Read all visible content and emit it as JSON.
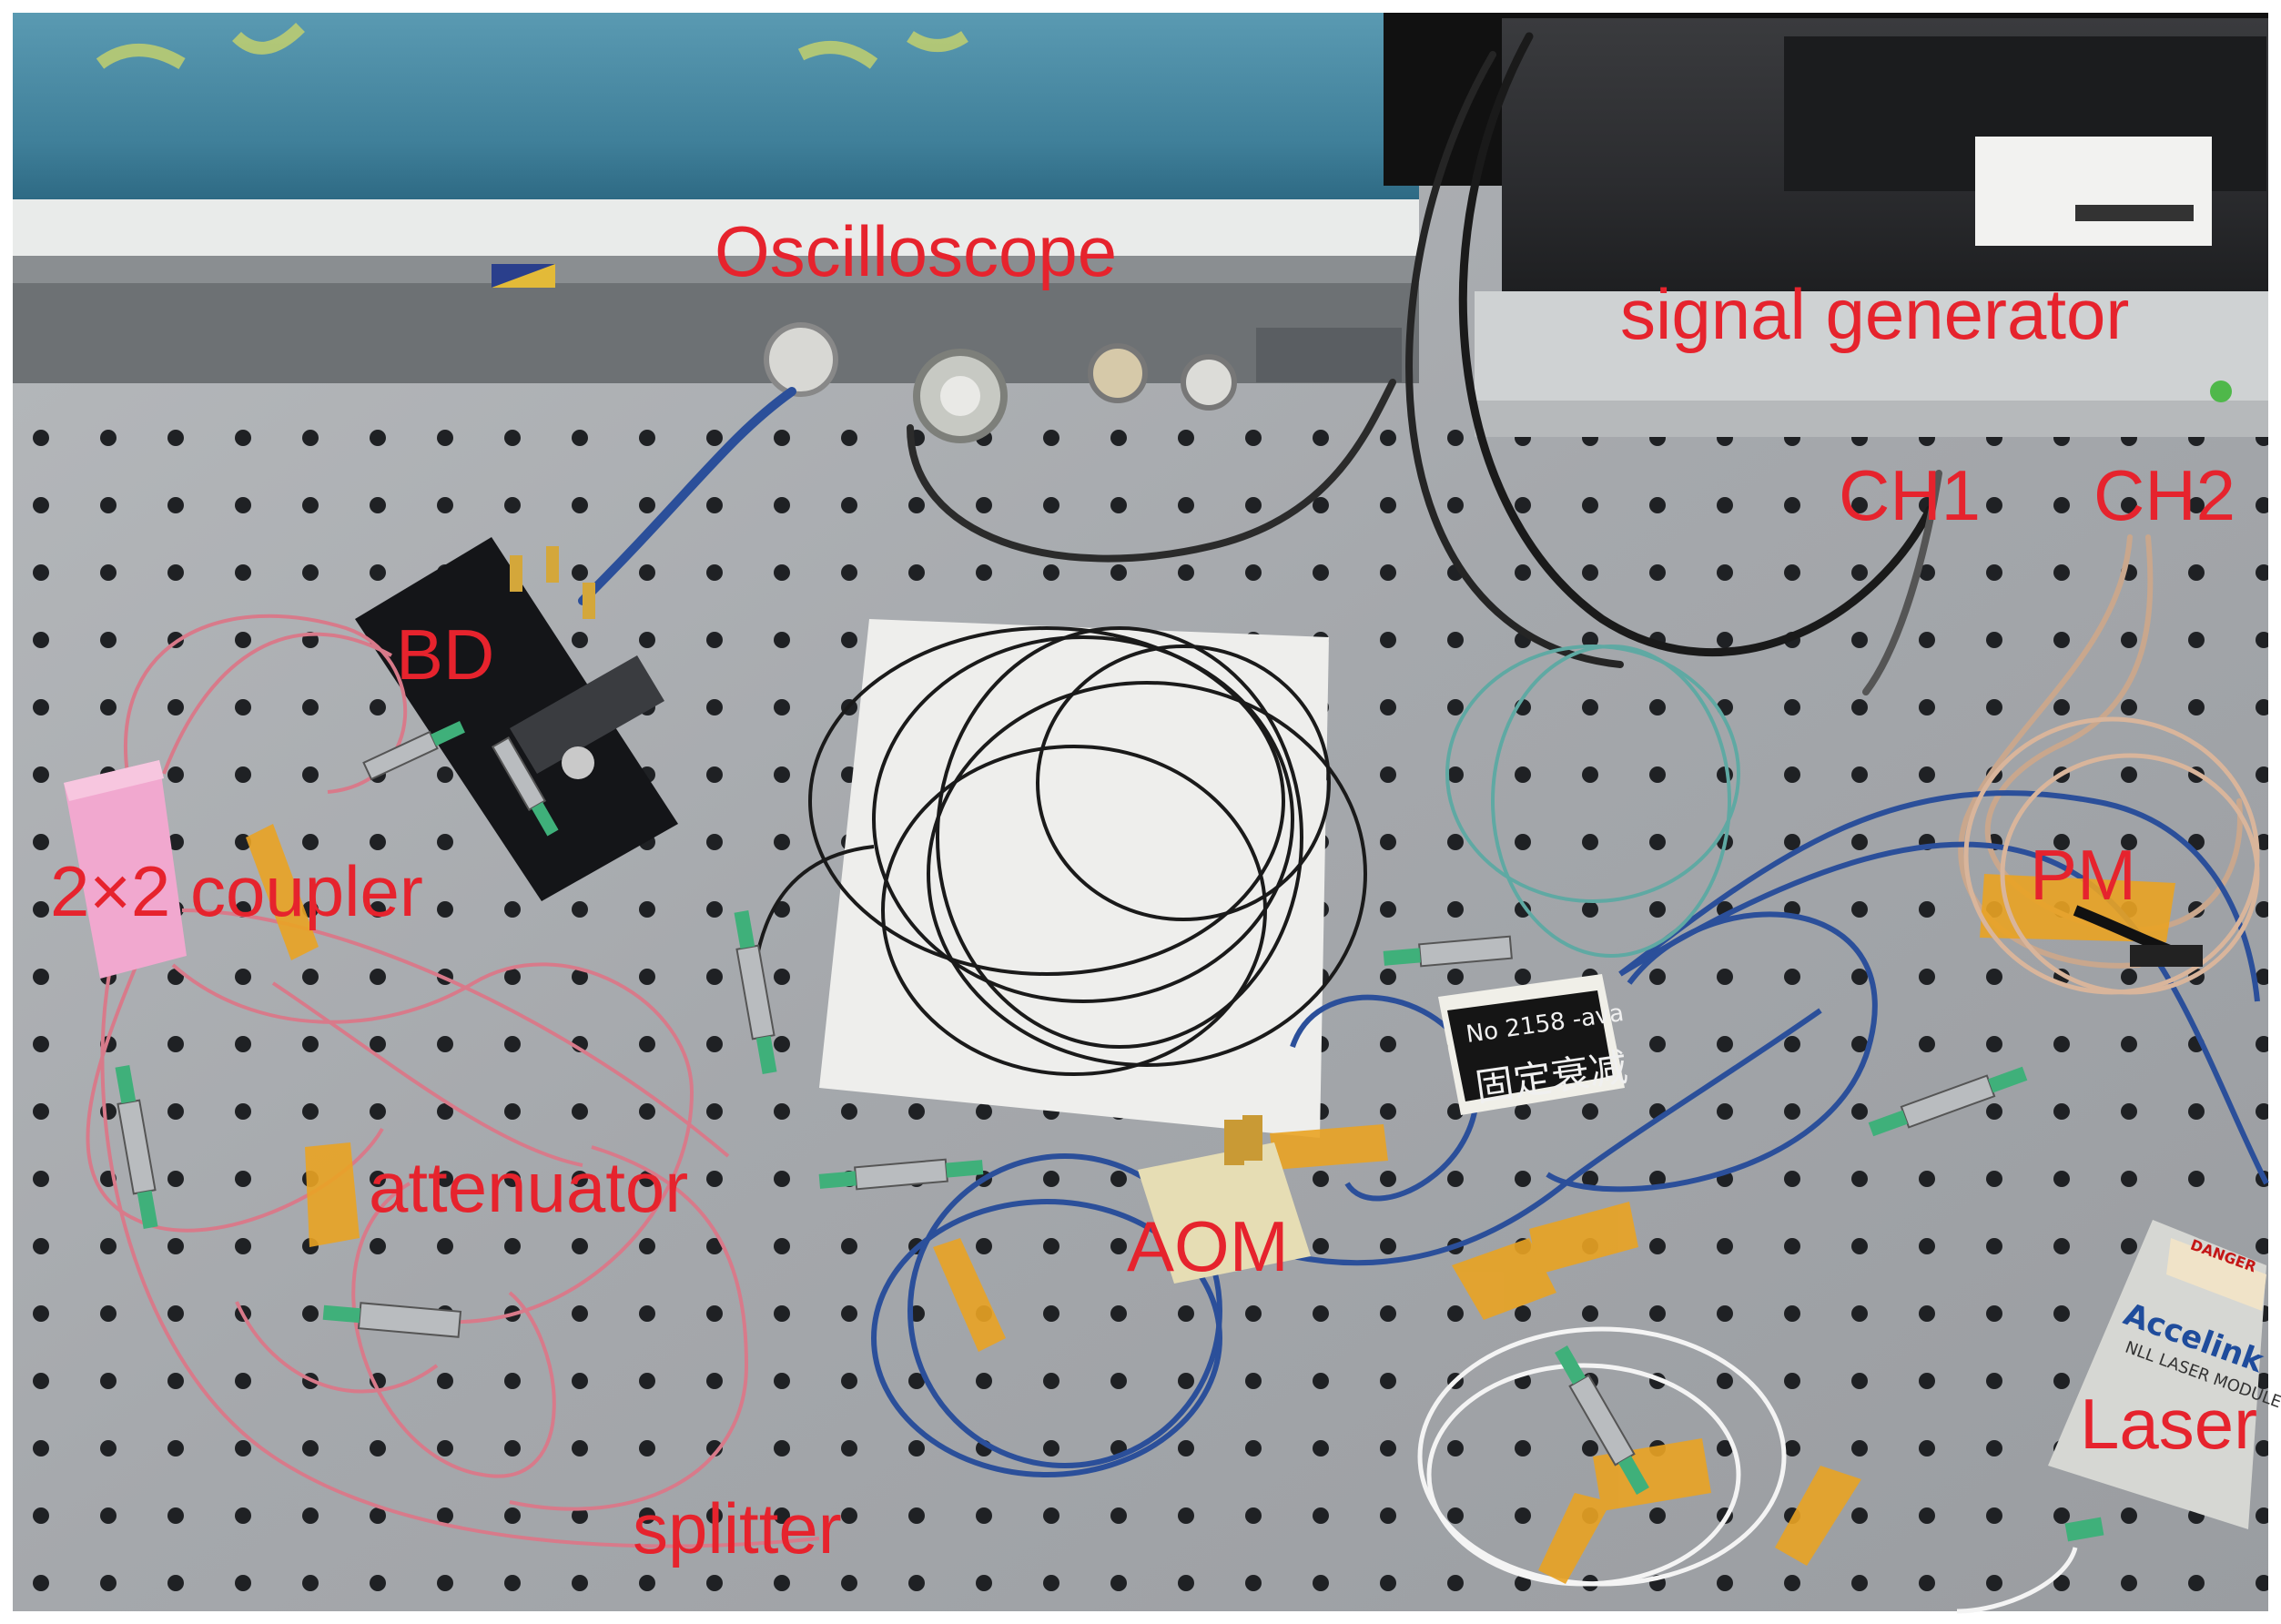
{
  "labels": {
    "oscilloscope": "Oscilloscope",
    "signal_generator": "signal generator",
    "ch1": "CH1",
    "ch2": "CH2",
    "bd": "BD",
    "coupler": "2×2 coupler",
    "pm": "PM",
    "attenuator": "attenuator",
    "aom": "AOM",
    "laser": "Laser",
    "splitter": "splitter"
  },
  "device_text": {
    "box_id": "No 2158 -ava",
    "box_chinese": "固定衰减",
    "laser_brand": "Accelink",
    "laser_module": "NLL LASER MODULE",
    "danger": "DANGER"
  },
  "colors": {
    "label_red": "#e6232d",
    "table_gray": "#a9acb0",
    "fiber_pink": "#d87a8a",
    "fiber_blue": "#2b4f9a",
    "fiber_black": "#1a1a1a",
    "connector_green": "#3fb07a",
    "tape_orange": "#e9a323",
    "oscilloscope_teal": "#4a8aa3"
  }
}
